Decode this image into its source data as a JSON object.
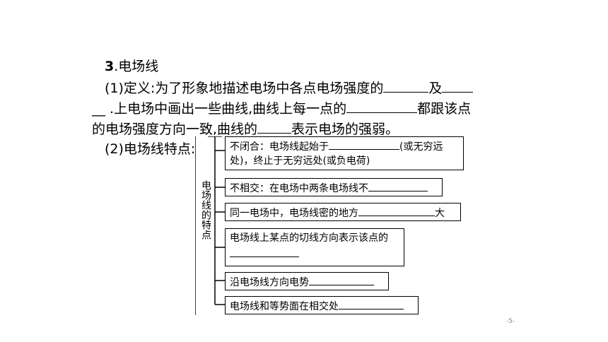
{
  "heading": {
    "number": "3",
    "text": ".电场线"
  },
  "definition": {
    "line1_prefix": "(1)定义:为了形象地描述电场中各点电场强度的",
    "line1_mid": "及",
    "line2_prefix": "__ .上",
    "line2_text": "电场中画出一些曲线,曲线上每一点的",
    "line2_suffix": "都跟该点",
    "line3_prefix": "的电场强度方向一致,曲线的",
    "line3_suffix": "表示电场的强弱。"
  },
  "features": {
    "label": "(2)电场线特点:",
    "vertical_title": "电场线的特点",
    "items": [
      {
        "text_a": "不闭合：电场线起始于",
        "text_b": "(或无穷远",
        "text_c": "处)，终止于无穷远处(或负电荷)"
      },
      {
        "text_a": "不相交：在电场中两条电场线不"
      },
      {
        "text_a": "同一电场中，电场线密的地方",
        "text_b": "大"
      },
      {
        "text_a": "电场线上某点的切线方向表示该点的"
      },
      {
        "text_a": "沿电场线方向电势"
      },
      {
        "text_a": "电场线和等势面在相交处"
      }
    ]
  },
  "page_number": "-5-"
}
